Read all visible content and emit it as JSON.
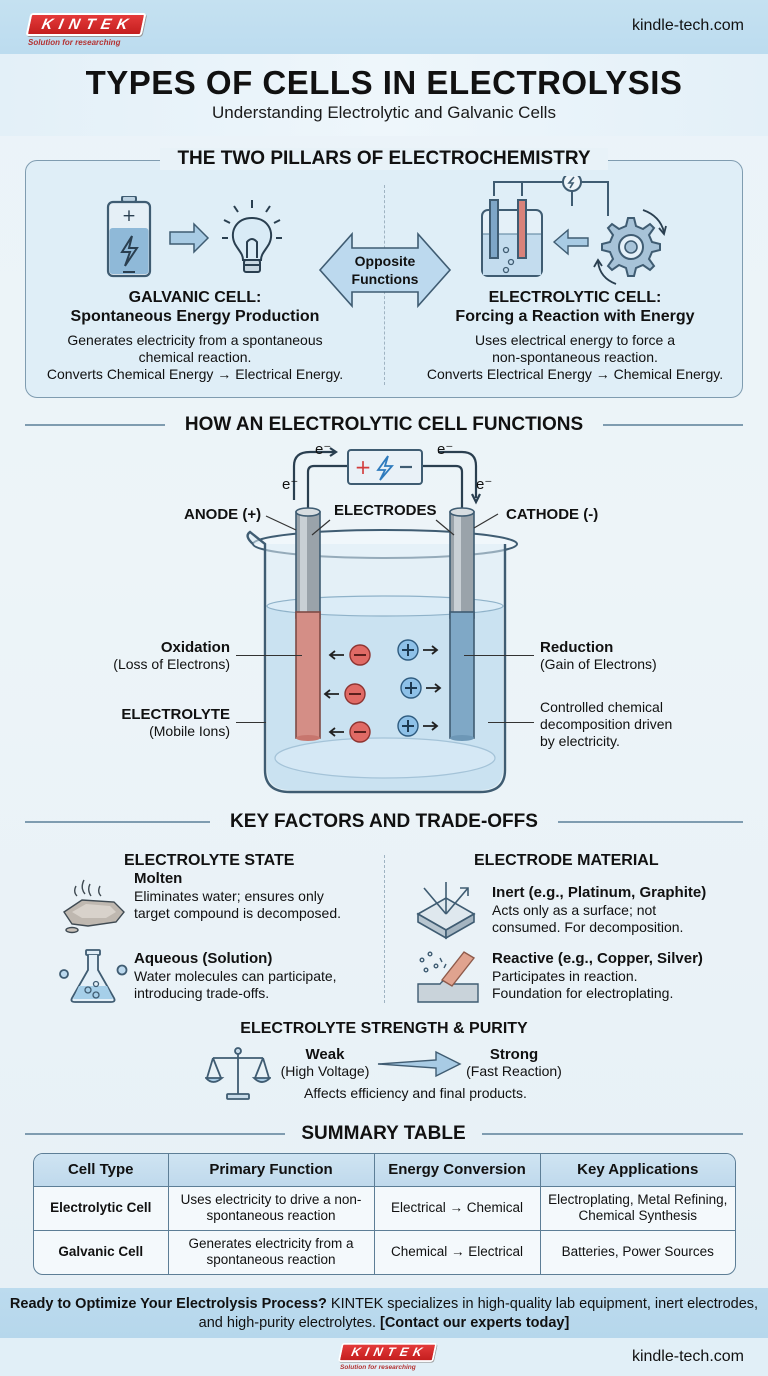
{
  "header": {
    "logo_text": "KINTEK",
    "logo_tagline": "Solution for researching",
    "site": "kindle-tech.com",
    "title": "TYPES OF CELLS IN ELECTROLYSIS",
    "subtitle": "Understanding Electrolytic and Galvanic Cells"
  },
  "pillars": {
    "section_title": "THE TWO PILLARS OF ELECTROCHEMISTRY",
    "center_arrow": {
      "line1": "Opposite",
      "line2": "Functions"
    },
    "galvanic": {
      "title": "GALVANIC CELL:",
      "subtitle": "Spontaneous Energy Production",
      "desc1": "Generates electricity from a spontaneous",
      "desc2": "chemical reaction.",
      "desc3": "Converts Chemical Energy → Electrical Energy.",
      "icons": [
        "battery-icon",
        "arrow-right-icon",
        "light-bulb-icon"
      ]
    },
    "electrolytic": {
      "title": "ELECTROLYTIC CELL:",
      "subtitle": "Forcing a Reaction with Energy",
      "desc1": "Uses electrical energy to force a",
      "desc2": "non-spontaneous reaction.",
      "desc3": "Converts Electrical Energy → Chemical Energy.",
      "icons": [
        "beaker-electrodes-icon",
        "arrow-left-icon",
        "gear-icon"
      ]
    }
  },
  "electrolytic_cell": {
    "section_title": "HOW AN ELECTROLYTIC CELL FUNCTIONS",
    "electron": "e⁻",
    "labels": {
      "anode": "ANODE (+)",
      "electrodes": "ELECTRODES",
      "cathode": "CATHODE (-)",
      "oxidation": "Oxidation",
      "oxidation_sub": "(Loss of Electrons)",
      "electrolyte": "ELECTROLYTE",
      "electrolyte_sub": "(Mobile Ions)",
      "reduction": "Reduction",
      "reduction_sub": "(Gain of Electrons)",
      "note1": "Controlled chemical",
      "note2": "decomposition driven",
      "note3": "by electricity."
    },
    "power_source": {
      "plus": "+",
      "minus": "−"
    },
    "colors": {
      "anode": "#d9827a",
      "cathode": "#7fa8c6",
      "anion": "#e06a65",
      "cation": "#8ec1e8"
    }
  },
  "factors": {
    "section_title": "KEY FACTORS AND TRADE-OFFS",
    "electrolyte_state": {
      "heading": "ELECTROLYTE STATE",
      "items": [
        {
          "icon": "molten-puddle-icon",
          "title": "Molten",
          "desc1": "Eliminates water; ensures only",
          "desc2": "target compound is decomposed."
        },
        {
          "icon": "flask-icon",
          "title": "Aqueous (Solution)",
          "desc1": "Water molecules can participate,",
          "desc2": "introducing trade-offs."
        }
      ]
    },
    "electrode_material": {
      "heading": "ELECTRODE MATERIAL",
      "items": [
        {
          "icon": "inert-surface-icon",
          "title": "Inert (e.g., Platinum, Graphite)",
          "desc1": "Acts only as a surface; not",
          "desc2": "consumed. For decomposition."
        },
        {
          "icon": "reactive-electrode-icon",
          "title": "Reactive (e.g., Copper, Silver)",
          "desc1": "Participates in reaction.",
          "desc2": "Foundation for electroplating."
        }
      ]
    },
    "strength": {
      "heading": "ELECTROLYTE STRENGTH & PURITY",
      "weak": "Weak",
      "weak_sub": "(High Voltage)",
      "strong": "Strong",
      "strong_sub": "(Fast Reaction)",
      "note": "Affects efficiency and final products."
    }
  },
  "summary": {
    "section_title": "SUMMARY TABLE",
    "headers": [
      "Cell Type",
      "Primary Function",
      "Energy Conversion",
      "Key Applications"
    ],
    "rows": [
      [
        "Electrolytic Cell",
        "Uses electricity to drive a non-spontaneous reaction",
        "Electrical → Chemical",
        "Electroplating, Metal Refining, Chemical Synthesis"
      ],
      [
        "Galvanic Cell",
        "Generates electricity from a spontaneous reaction",
        "Chemical → Electrical",
        "Batteries, Power Sources"
      ]
    ]
  },
  "cta": {
    "bold": "Ready to Optimize Your Electrolysis Process?",
    "text": " KINTEK specializes in high-quality lab equipment, inert electrodes, and high-purity electrolytes. ",
    "link": "[Contact our experts today]"
  },
  "footer": {
    "logo_text": "KINTEK",
    "logo_tagline": "Solution for researching",
    "site": "kindle-tech.com"
  }
}
